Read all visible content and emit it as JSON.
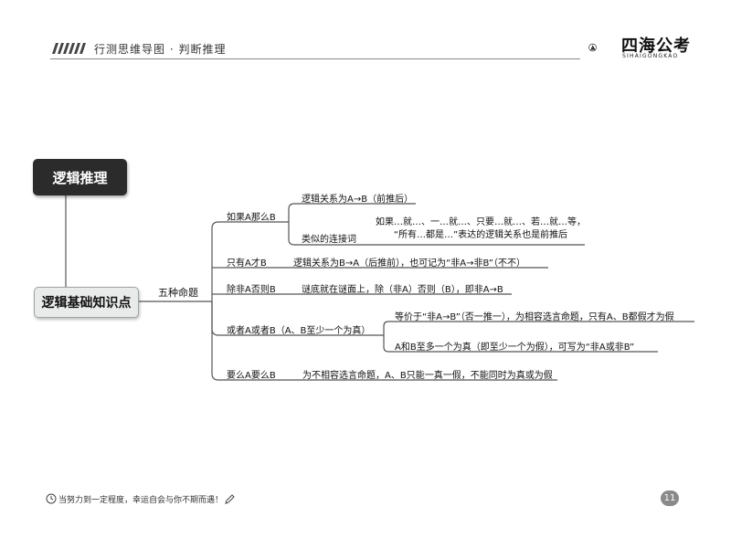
{
  "header": {
    "title": "行测思维导图 · 判断推理",
    "logo_cn": "四海公考",
    "logo_en": "SIHAIGONGKAO"
  },
  "root": {
    "label": "逻辑推理"
  },
  "topic": {
    "label": "逻辑基础知识点"
  },
  "branch": {
    "label": "五种命题"
  },
  "props": [
    {
      "label": "如果A那么B",
      "details": [
        {
          "text": "逻辑关系为A→B（前推后）"
        },
        {
          "text": "类似的连接词",
          "sub": [
            "如果…就…、一…就…、只要…就…、若…就…等，",
            "“所有…都是…”表达的逻辑关系也是前推后"
          ]
        }
      ]
    },
    {
      "label": "只有A才B",
      "details": [
        {
          "text": "逻辑关系为B→A（后推前），也可记为“非A→非B”（不不）"
        }
      ]
    },
    {
      "label": "除非A否则B",
      "details": [
        {
          "text": "谜底就在谜面上，除（非A）否则（B），即非A→B"
        }
      ]
    },
    {
      "label": "或者A或者B（A、B至少一个为真）",
      "details": [
        {
          "text": "等价于“非A→B”（否一推一），为相容选言命题，只有A、B都假才为假"
        },
        {
          "text": "A和B至多一个为真（即至少一个为假），可写为“非A或非B”"
        }
      ]
    },
    {
      "label": "要么A要么B",
      "details": [
        {
          "text": "为不相容选言命题，A、B只能一真一假，不能同时为真或为假"
        }
      ]
    }
  ],
  "footer": {
    "motto": "当努力到一定程度，幸运自会与你不期而遇！",
    "page": "11"
  }
}
